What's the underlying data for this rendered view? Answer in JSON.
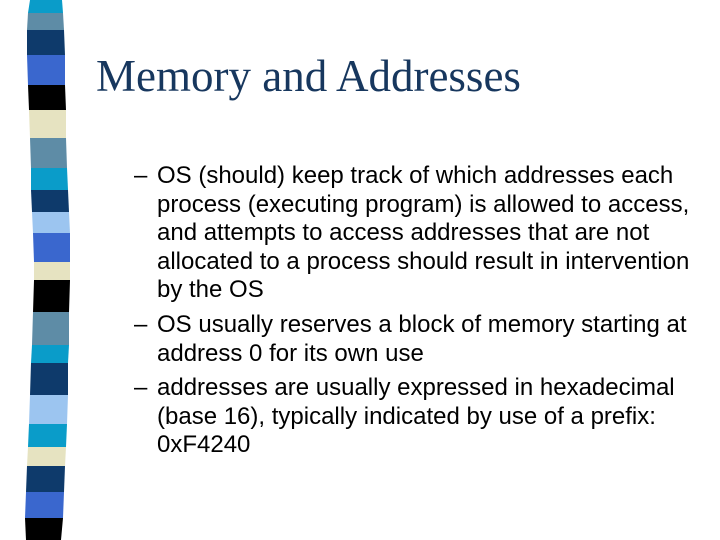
{
  "slide": {
    "title": "Memory and Addresses",
    "title_color": "#17375E",
    "background_color": "#FFFFFF",
    "text_color": "#000000"
  },
  "bullets": [
    {
      "marker": "–",
      "lines": [
        "OS (should) keep track of which addresses each",
        "process (executing program) is allowed to access,",
        "and attempts to access addresses that are not",
        "allocated to a process should result in intervention",
        "by the OS"
      ]
    },
    {
      "marker": "–",
      "lines": [
        "OS usually reserves a block of memory starting at",
        "address 0 for its own use"
      ]
    },
    {
      "marker": "–",
      "lines": [
        "addresses are usually expressed in hexadecimal",
        "(base 16), typically indicated by use of a prefix:",
        "0xF4240"
      ]
    }
  ],
  "stripe": {
    "name": "decorative-tie-stripe",
    "blocks": [
      {
        "height": 13,
        "color": "#0A9CC9"
      },
      {
        "height": 17,
        "color": "#5E8CA6"
      },
      {
        "height": 25,
        "color": "#0E3A6B"
      },
      {
        "height": 30,
        "color": "#3A67CE"
      },
      {
        "height": 25,
        "color": "#000000"
      },
      {
        "height": 28,
        "color": "#E6E3C1"
      },
      {
        "height": 30,
        "color": "#5E8CA6"
      },
      {
        "height": 22,
        "color": "#0A9CC9"
      },
      {
        "height": 22,
        "color": "#0E3A6B"
      },
      {
        "height": 21,
        "color": "#9CC5F0"
      },
      {
        "height": 29,
        "color": "#3A67CE"
      },
      {
        "height": 18,
        "color": "#E6E3C1"
      },
      {
        "height": 32,
        "color": "#000000"
      },
      {
        "height": 33,
        "color": "#5E8CA6"
      },
      {
        "height": 18,
        "color": "#0A9CC9"
      },
      {
        "height": 32,
        "color": "#0E3A6B"
      },
      {
        "height": 29,
        "color": "#9CC5F0"
      },
      {
        "height": 23,
        "color": "#0A9CC9"
      },
      {
        "height": 19,
        "color": "#E6E3C1"
      },
      {
        "height": 26,
        "color": "#0E3A6B"
      },
      {
        "height": 26,
        "color": "#3A67CE"
      },
      {
        "height": 22,
        "color": "#000000"
      }
    ]
  }
}
